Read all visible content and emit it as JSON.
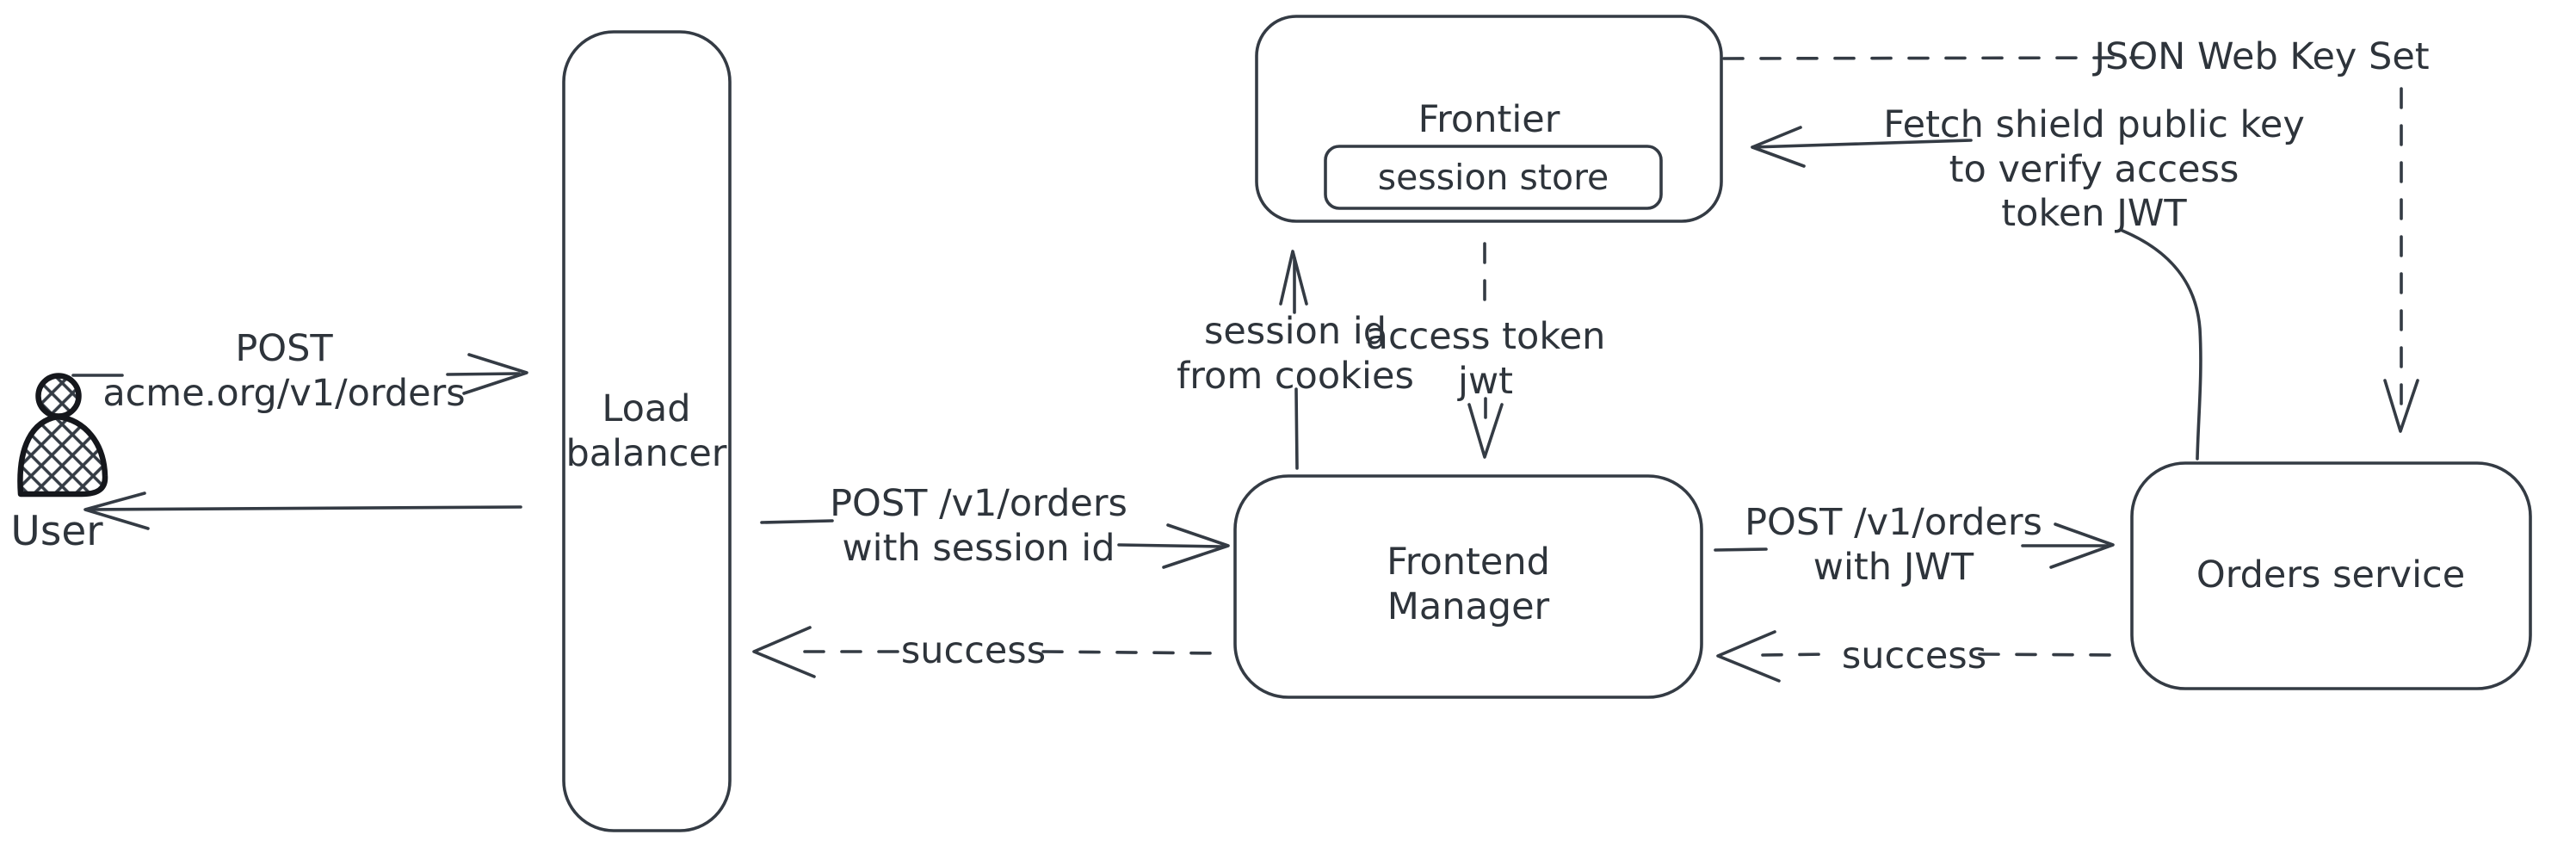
{
  "canvas": {
    "background": "#ffffff",
    "stroke_color": "#343b44",
    "text_color": "#2e343b",
    "icon_stroke_color": "#15171c",
    "hatch_fill_color": "#ccd7df"
  },
  "nodes": {
    "user": {
      "label": "User",
      "icon": "person-icon"
    },
    "load_balancer": {
      "label_lines": [
        "Load",
        "balancer"
      ]
    },
    "frontier": {
      "label": "Frontier"
    },
    "session_store": {
      "label": "session store"
    },
    "frontend_manager": {
      "label_lines": [
        "Frontend",
        "Manager"
      ]
    },
    "orders_service": {
      "label": "Orders service"
    }
  },
  "edges": {
    "user_to_load_balancer": {
      "style": "solid",
      "direction": "right",
      "label_lines": [
        "POST",
        "acme.org/v1/orders"
      ]
    },
    "load_balancer_to_user": {
      "style": "solid",
      "direction": "left",
      "label_lines": []
    },
    "load_balancer_to_frontend_manager": {
      "style": "solid",
      "direction": "right",
      "label_lines": [
        "POST /v1/orders",
        "with session id"
      ]
    },
    "frontend_manager_to_load_balancer": {
      "style": "dashed",
      "direction": "left",
      "label_lines": [
        "success"
      ]
    },
    "frontend_manager_to_frontier": {
      "style": "solid",
      "direction": "up",
      "label_lines": [
        "session id",
        "from cookies"
      ]
    },
    "frontier_to_frontend_manager": {
      "style": "dashed",
      "direction": "down",
      "label_lines": [
        "access token",
        "jwt"
      ]
    },
    "frontend_manager_to_orders_service": {
      "style": "solid",
      "direction": "right",
      "label_lines": [
        "POST /v1/orders",
        "with JWT"
      ]
    },
    "orders_service_to_frontend_manager": {
      "style": "dashed",
      "direction": "left",
      "label_lines": [
        "success"
      ]
    },
    "orders_service_to_frontier": {
      "style": "solid",
      "direction": "left",
      "label_lines": [
        "Fetch shield public key",
        "to verify access",
        "token JWT"
      ]
    },
    "frontier_to_orders_service": {
      "style": "dashed",
      "direction": "down",
      "label_lines": [
        "JSON Web Key Set"
      ]
    }
  }
}
